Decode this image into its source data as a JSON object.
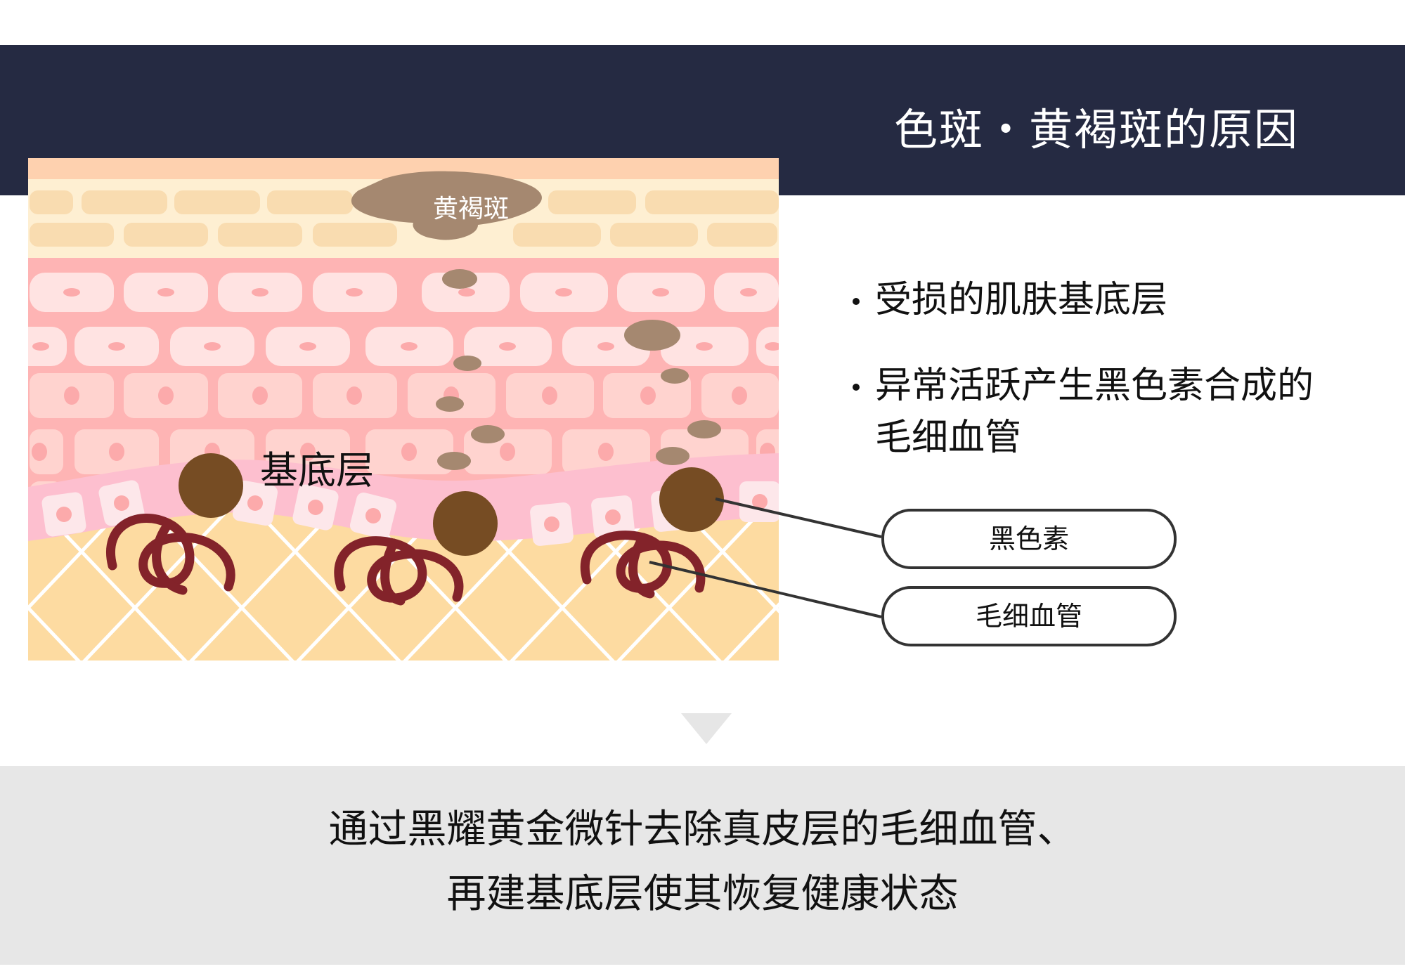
{
  "header": {
    "title": "色斑・黄褐斑的原因",
    "background_color": "#252a42"
  },
  "diagram": {
    "spot_label": "黄褐斑",
    "basal_layer_label": "基底层",
    "colors": {
      "stratum_corneum": "#fed1af",
      "granular_layer": "#feefd2",
      "granular_cells": "#f9dcb0",
      "spinous_layer": "#feb4b4",
      "spinous_cells_light": "#ffe3e2",
      "spinous_cells": "#ffd3cf",
      "basal_band": "#fdbfcf",
      "basal_cells": "#fde7ea",
      "nucleus": "#fcaaab",
      "dermis": "#fddba1",
      "melanin_spots": "#a58870",
      "melanin": "#764c23",
      "capillary": "#83232a"
    }
  },
  "bullets": [
    {
      "lines": [
        "受损的肌肤基底层"
      ]
    },
    {
      "lines": [
        "异常活跃产生黑色素合成的",
        "毛细血管"
      ]
    }
  ],
  "callouts": {
    "melanin": "黑色素",
    "capillary": "毛细血管"
  },
  "footer": {
    "line1": "通过黑耀黄金微针去除真皮层的毛细血管、",
    "line2": "再建基底层使其恢复健康状态",
    "background_color": "#e7e7e7"
  }
}
